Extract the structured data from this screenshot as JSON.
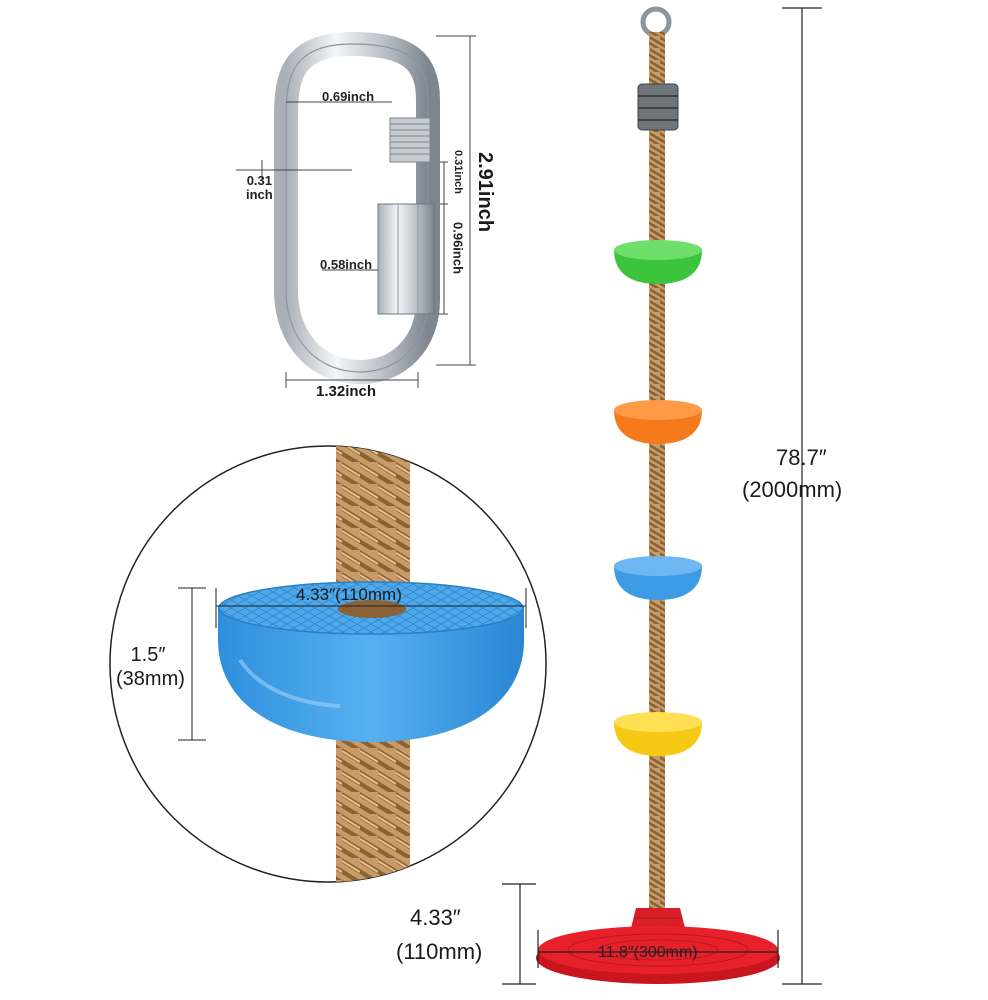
{
  "carabiner": {
    "top_width": "0.69inch",
    "gap_left": "0.31\ninch",
    "gap_right": "0.31inch",
    "height": "2.91inch",
    "nut_length": "0.96inch",
    "inner_width": "0.58inch",
    "width": "1.32inch"
  },
  "disc_detail": {
    "diameter": "4.33″(110mm)",
    "height_in": "1.5″",
    "height_mm": "(38mm)"
  },
  "rope": {
    "length_in": "78.7″",
    "length_mm": "(2000mm)",
    "seat_height_in": "4.33″",
    "seat_height_mm": "(110mm)",
    "seat_diameter": "11.8″(300mm)"
  },
  "colors": {
    "green": "#3cc43c",
    "orange": "#f57a1c",
    "blue": "#3d9be6",
    "yellow": "#f6c914",
    "red": "#e8202a",
    "rope": "#c99b66"
  }
}
